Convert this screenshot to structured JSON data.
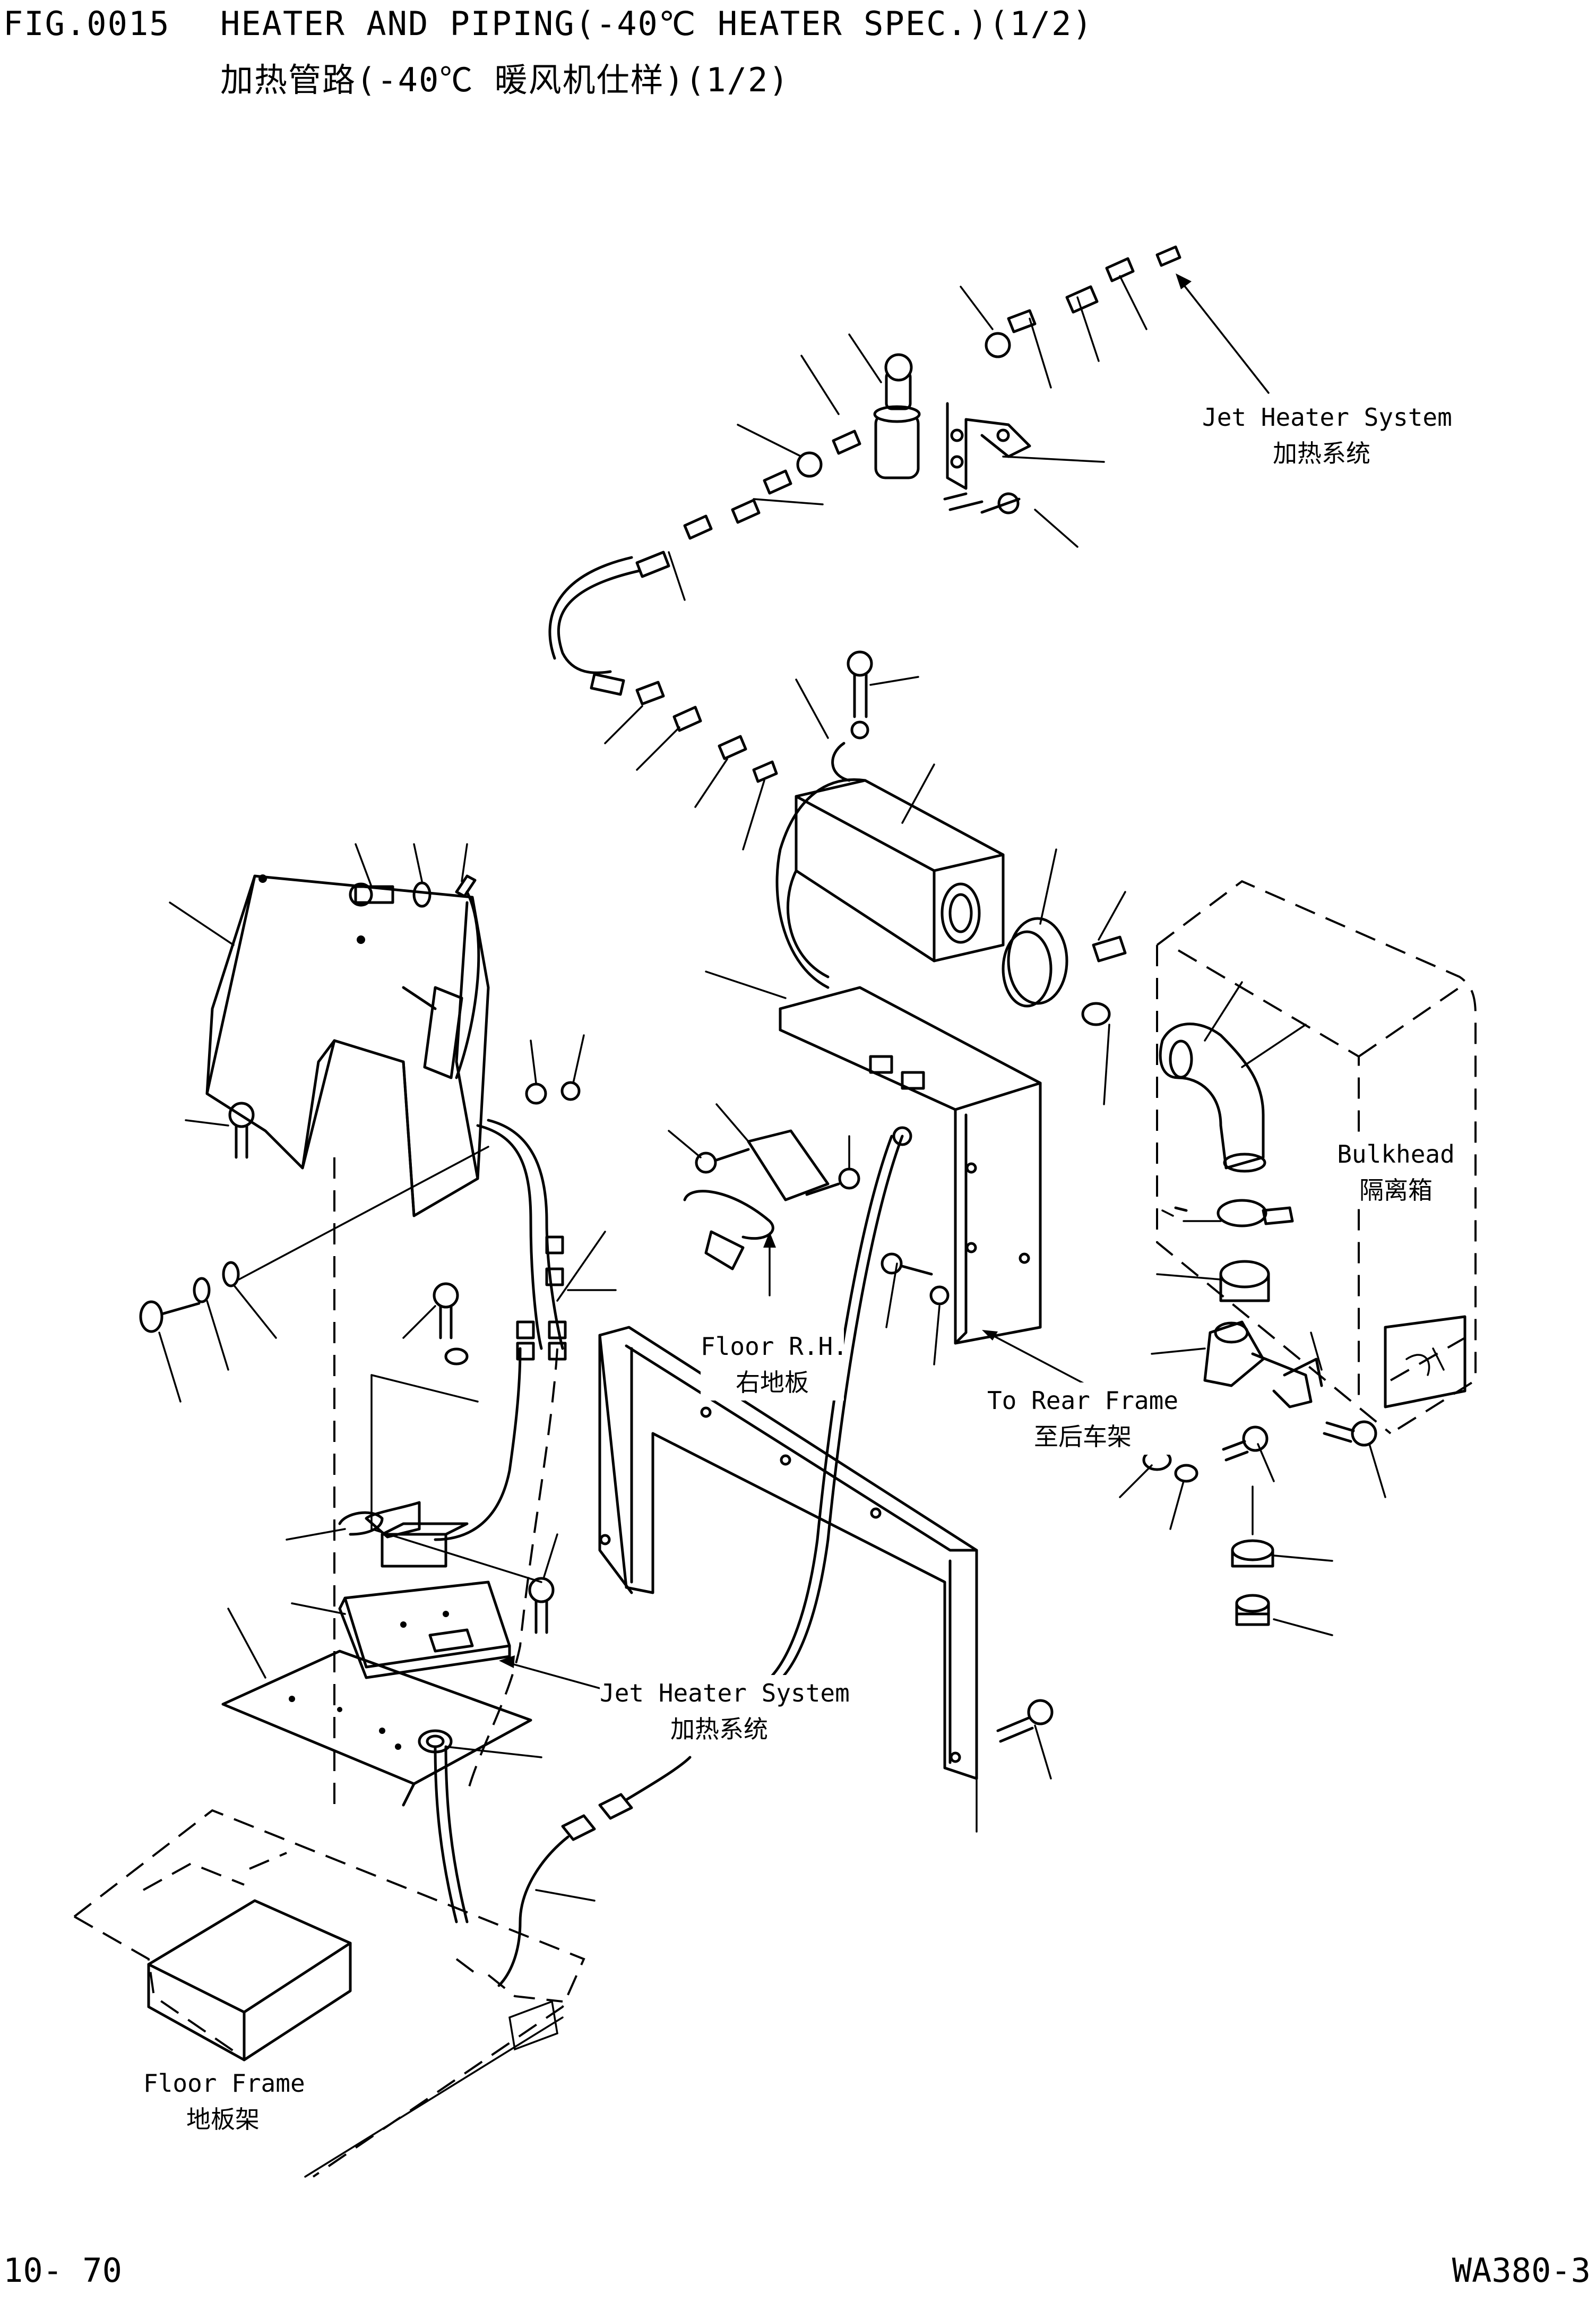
{
  "header": {
    "fig_number": "FIG.0015",
    "title_en": "HEATER AND PIPING(-40℃ HEATER SPEC.)(1/2)",
    "title_zh": "加热管路(-40℃ 暖风机仕样)(1/2)"
  },
  "callouts": {
    "jet_heater_top": {
      "en": "Jet Heater System",
      "zh": "加热系统"
    },
    "bulkhead": {
      "en": "Bulkhead",
      "zh": "隔离箱"
    },
    "floor_rh": {
      "en": "Floor R.H.",
      "zh": "右地板"
    },
    "to_rear_frame": {
      "en": "To Rear Frame",
      "zh": "至后车架"
    },
    "jet_heater_bottom": {
      "en": "Jet Heater System",
      "zh": "加热系统"
    },
    "floor_frame": {
      "en": "Floor Frame",
      "zh": "地板架"
    }
  },
  "footer": {
    "page_number": "10- 70",
    "model": "WA380-3"
  }
}
